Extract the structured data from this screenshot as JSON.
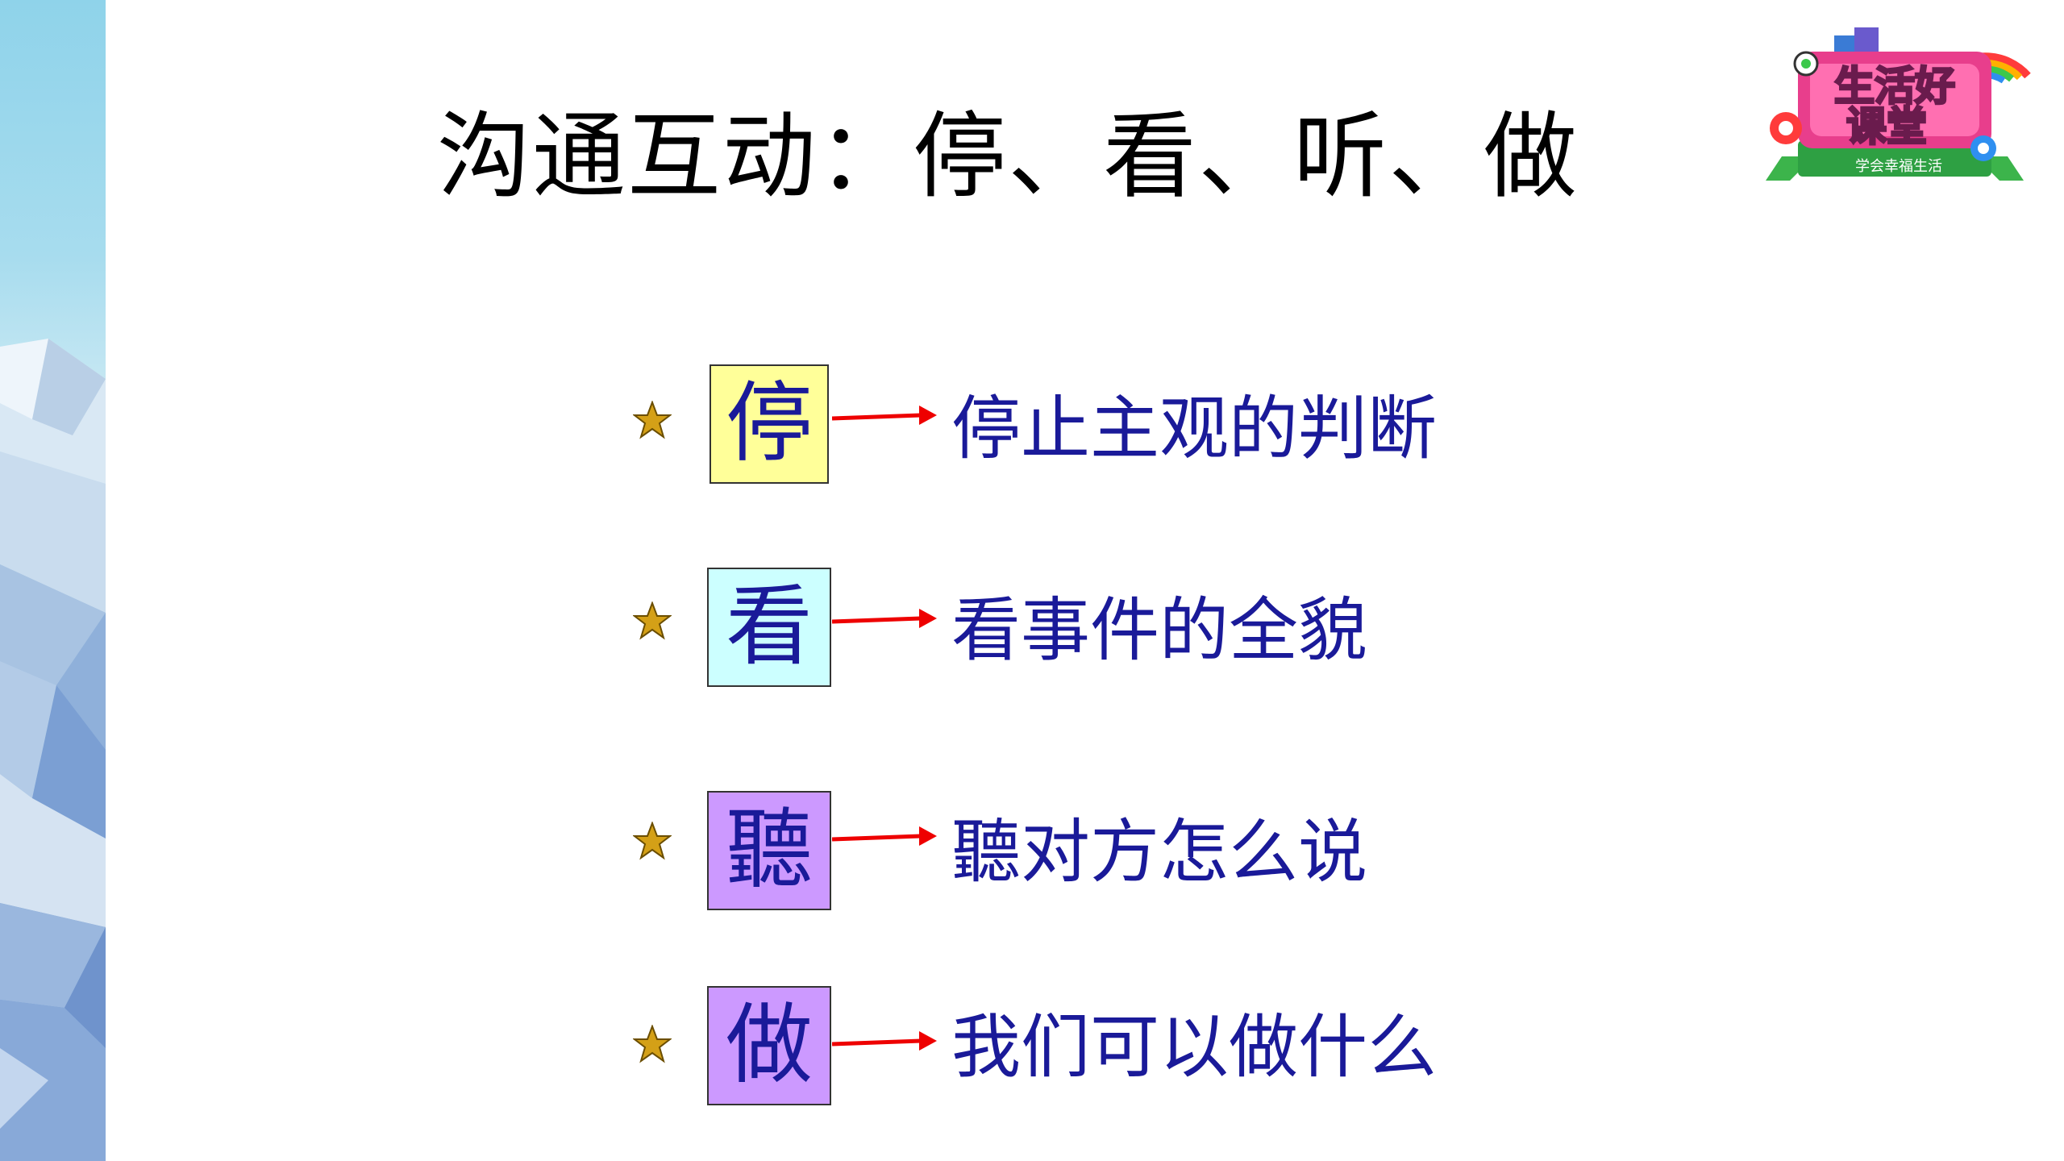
{
  "slide": {
    "title": "沟通互动：停、看、听、做",
    "items": [
      {
        "key": "停",
        "description": "停止主观的判断",
        "box_color": "#ffff99"
      },
      {
        "key": "看",
        "description": "看事件的全貌",
        "box_color": "#ccffff"
      },
      {
        "key": "聽",
        "description": "聽对方怎么说",
        "box_color": "#cc99ff"
      },
      {
        "key": "做",
        "description": "我们可以做什么",
        "box_color": "#cc99ff"
      }
    ]
  },
  "logo": {
    "line1": "生活好",
    "line2": "课堂",
    "tagline": "学会幸福生活"
  },
  "colors": {
    "text_blue": "#1a1a99",
    "arrow_red": "#ee0000",
    "star_gold": "#d4a017"
  },
  "icons": {
    "bullet": "star-icon",
    "connector": "arrow-right-icon"
  }
}
